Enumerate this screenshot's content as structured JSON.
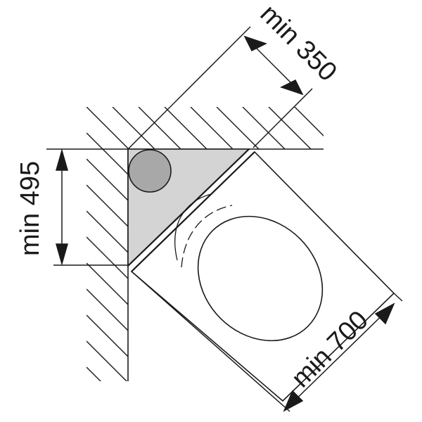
{
  "diagram": {
    "labels": {
      "top_dimension": "min 350",
      "left_dimension": "min 495",
      "bottom_dimension": "min 700"
    },
    "colors": {
      "line": "#1a1a1a",
      "panel_fill": "#d4d4d4",
      "pipe_fill": "#a8a8a8",
      "background": "#ffffff"
    }
  }
}
